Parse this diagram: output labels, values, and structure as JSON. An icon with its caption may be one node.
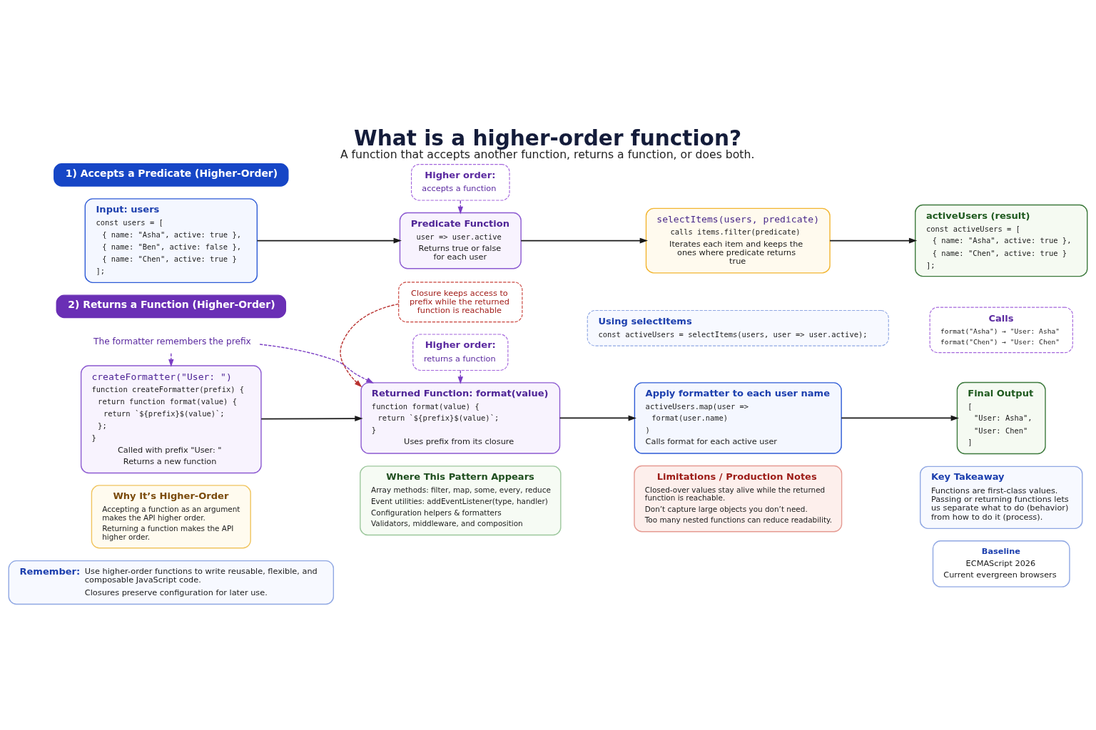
{
  "diagram": {
    "title": "What is a higher-order function?",
    "caption": "A function that accepts another function, returns a function, or does both.",
    "nodes": [
      {
        "text": [
          "1) Accepts a Predicate (Higher-Order)"
        ]
      },
      {
        "text": [
          "Higher order:",
          "accepts a function"
        ]
      },
      {
        "text": [
          "Input: users",
          "const users = [",
          "{ name: \"Asha\", active: true },",
          "{ name: \"Ben\", active: false },",
          "{ name: \"Chen\", active: true }",
          "];"
        ]
      },
      {
        "text": [
          "Predicate Function",
          "user => user.active",
          "Returns true or false for each user"
        ]
      },
      {
        "text": [
          "selectItems(users, predicate)",
          "calls items.filter(predicate)",
          "Iterates each item and keeps the ones where predicate returns true"
        ]
      },
      {
        "text": [
          "activeUsers (result)",
          "const activeUsers = [",
          "{ name: \"Asha\", active: true },",
          "{ name: \"Chen\", active: true }",
          "];"
        ]
      },
      {
        "text": [
          "Using selectItems",
          "const activeUsers = selectItems(users, user => user.active);"
        ]
      },
      {
        "text": [
          "2) Returns a Function (Higher-Order)"
        ]
      },
      {
        "text": [
          "Higher order:",
          "returns a function"
        ]
      },
      {
        "text": [
          "Closure keeps access to prefix while the returned function is reachable"
        ]
      },
      {
        "text": [
          "createFormatter(\"User: \")",
          "function createFormatter(prefix) {",
          "return function format(value) {",
          "return `${prefix}$(value)`;",
          "};",
          "}",
          "Called with prefix \"User: \"",
          "Returns a new function"
        ]
      },
      {
        "text": [
          "Returned Function: format(value)",
          "function format(value) {",
          "return `${prefix}$(value)`;",
          "}",
          "Uses prefix from its closure"
        ]
      },
      {
        "text": [
          "Apply formatter to each user name",
          "activeUsers.map(user =>",
          "format(user.name)",
          ")",
          "Calls format for each active user"
        ]
      },
      {
        "text": [
          "Final Output",
          "[",
          "\"User: Asha\",",
          "\"User: Chen\"",
          "]"
        ]
      },
      {
        "text": [
          "Calls",
          "format(\"Asha\") → \"User: Asha\"",
          "format(\"Chen\") → \"User: Chen\""
        ]
      },
      {
        "text": [
          "The formatter remembers the prefix"
        ]
      },
      {
        "text": [
          "Why It’s Higher-Order",
          "Accepting a function as an argument makes the API higher order.",
          "Returning a function makes the API higher order."
        ]
      },
      {
        "text": [
          "Where This Pattern Appears",
          "Array methods: filter, map, some, every, reduce",
          "Event utilities: addEventListener(type, handler)",
          "Configuration helpers & formatters",
          "Validators, middleware, and composition"
        ]
      },
      {
        "text": [
          "Limitations / Production Notes",
          "Closed-over values stay alive while the returned function is reachable.",
          "Don’t capture large objects you don’t need.",
          "Too many nested functions can reduce readability."
        ]
      },
      {
        "text": [
          "Key Takeaway",
          "Functions are first-class values. Passing or returning functions lets us separate what to do (behavior) from how to do it (process)."
        ]
      },
      {
        "text": [
          "Remember:",
          "Use higher-order functions to write reusable, flexible, and composable JavaScript code.",
          "Closures preserve configuration for later use."
        ]
      },
      {
        "text": [
          "Baseline",
          "ECMAScript 2026",
          "Current evergreen browsers"
        ]
      }
    ],
    "edges": [
      {
        "from": 1,
        "to": 3,
        "arrow": "to",
        "style": "dashed",
        "color": "#7b3fc4"
      },
      {
        "from": 2,
        "to": 3,
        "arrow": "to"
      },
      {
        "from": 3,
        "to": 4,
        "arrow": "to"
      },
      {
        "from": 4,
        "to": 5,
        "arrow": "to"
      },
      {
        "from": 8,
        "to": 11,
        "arrow": "to",
        "style": "dashed",
        "color": "#7b3fc4"
      },
      {
        "from": 9,
        "to": 11,
        "arrow": "to",
        "style": "dashed",
        "color": "#b8312f"
      },
      {
        "from": 10,
        "to": 11,
        "arrow": "to"
      },
      {
        "from": 11,
        "to": 12,
        "arrow": "to"
      },
      {
        "from": 12,
        "to": 13,
        "arrow": "to"
      },
      {
        "from": 15,
        "to": 10,
        "arrow": "to",
        "style": "dashed",
        "color": "#7b3fc4"
      },
      {
        "from": 15,
        "to": 11,
        "arrow": "to",
        "style": "dashed",
        "color": "#7b3fc4"
      }
    ]
  }
}
